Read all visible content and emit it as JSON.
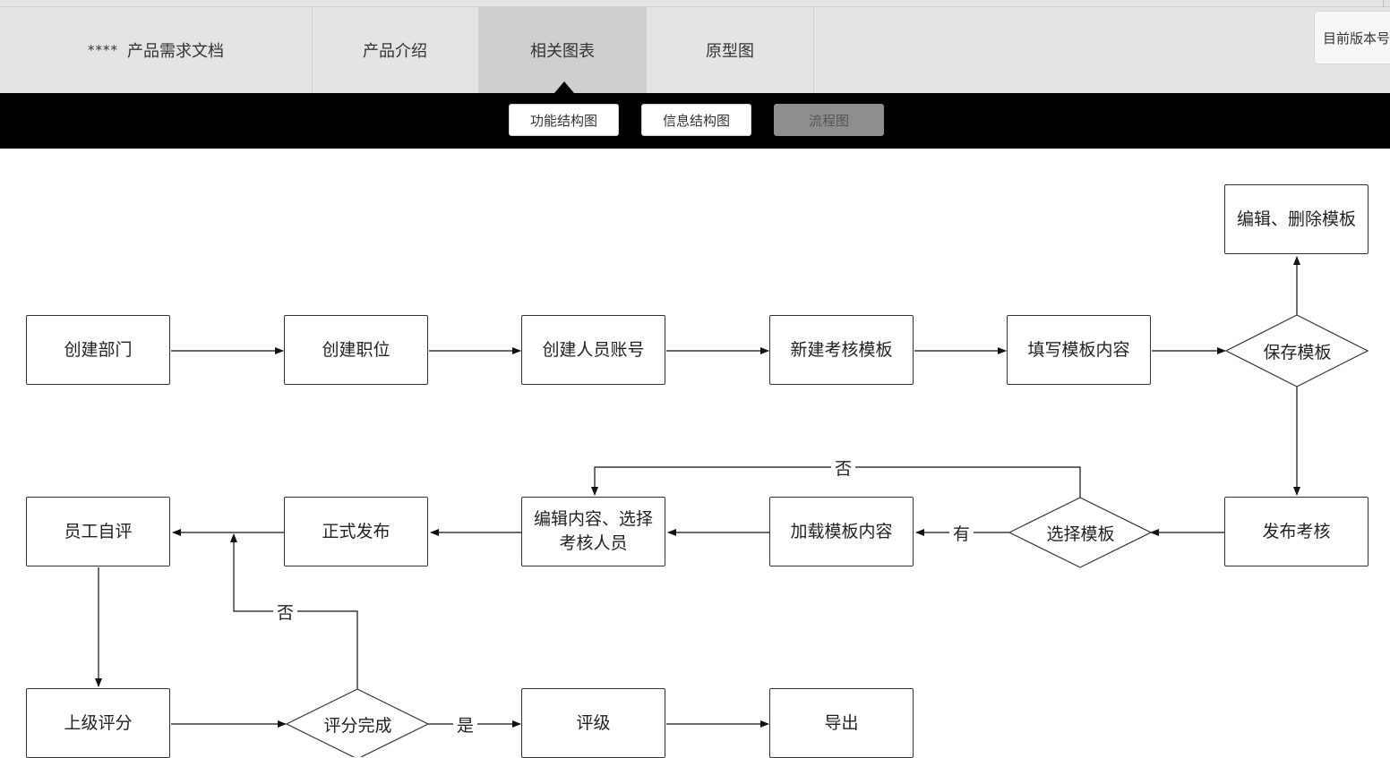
{
  "header": {
    "doc_stars": "****",
    "doc_title": "产品需求文档",
    "tabs": [
      "产品介绍",
      "相关图表",
      "原型图"
    ],
    "active_tab": "相关图表",
    "version_label": "目前版本号"
  },
  "subnav": {
    "buttons": [
      "功能结构图",
      "信息结构图",
      "流程图"
    ],
    "active": "流程图"
  },
  "flow": {
    "nodes": {
      "create_dept": "创建部门",
      "create_position": "创建职位",
      "create_account": "创建人员账号",
      "new_template": "新建考核模板",
      "fill_template": "填写模板内容",
      "save_template": "保存模板",
      "edit_delete_template": "编辑、删除模板",
      "publish_review": "发布考核",
      "select_template": "选择模板",
      "load_template": "加载模板内容",
      "edit_select_line1": "编辑内容、选择",
      "edit_select_line2": "考核人员",
      "official_publish": "正式发布",
      "self_review": "员工自评",
      "manager_score": "上级评分",
      "score_done": "评分完成",
      "rating": "评级",
      "export": "导出"
    },
    "edge_labels": {
      "no_template": "否",
      "has_template": "有",
      "not_done": "否",
      "done": "是"
    }
  }
}
